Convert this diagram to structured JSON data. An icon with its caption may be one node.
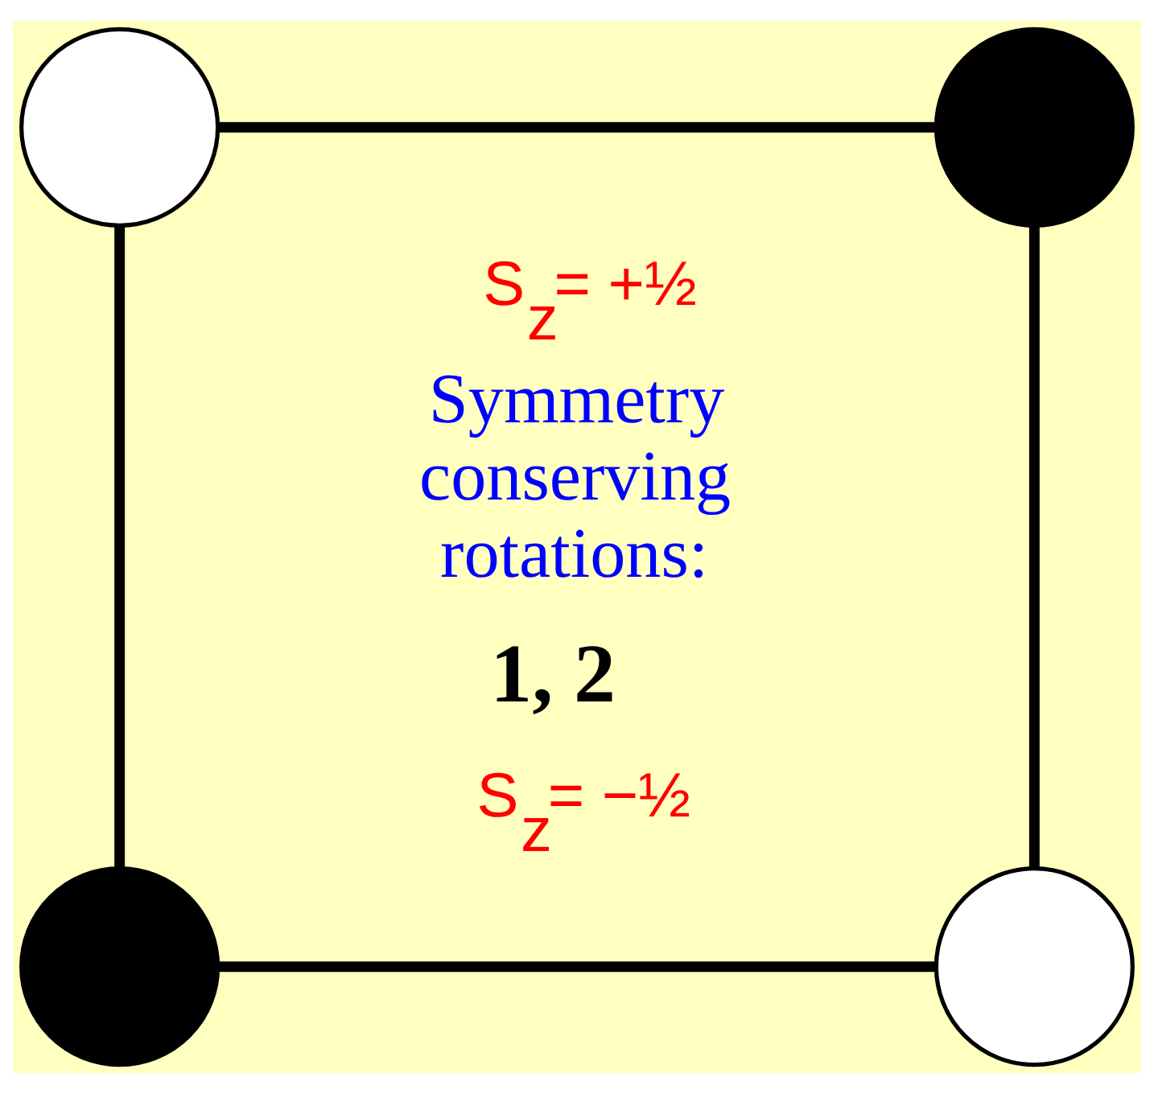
{
  "diagram": {
    "nodes": [
      {
        "text": [],
        "shape": "circle"
      },
      {
        "text": [],
        "shape": "circle"
      },
      {
        "text": [],
        "shape": "circle"
      },
      {
        "text": [],
        "shape": "circle"
      }
    ],
    "edges": [
      {
        "from": 0,
        "to": 1,
        "arrow": "none"
      },
      {
        "from": 0,
        "to": 2,
        "arrow": "none"
      },
      {
        "from": 1,
        "to": 3,
        "arrow": "none"
      },
      {
        "from": 2,
        "to": 3,
        "arrow": "none"
      }
    ],
    "labels": [
      "S$_{z}$= +½",
      "Symmetry conserving rotations:",
      "1, 2",
      "S$_{z}$= −½"
    ]
  }
}
